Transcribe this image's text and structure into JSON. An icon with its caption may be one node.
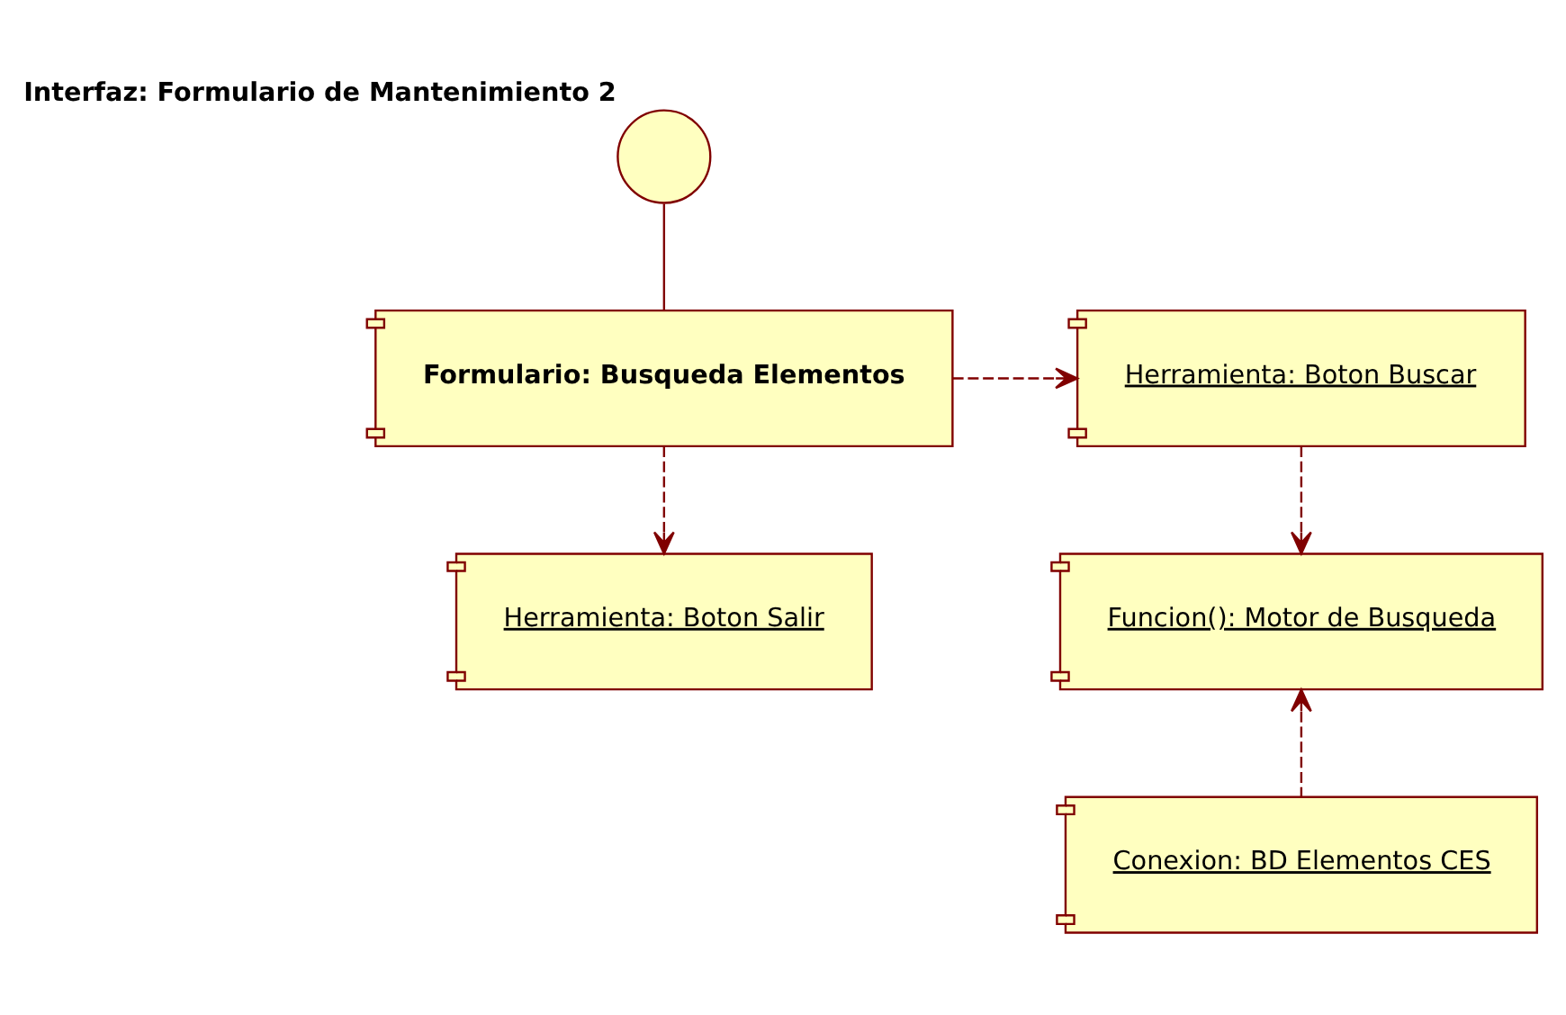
{
  "diagram": {
    "nodes": [
      {
        "text": [
          "Interfaz: Formulario de Mantenimiento 2"
        ]
      },
      {
        "text": [
          "Formulario: Busqueda Elementos"
        ]
      },
      {
        "text": [
          "Herramienta: Boton Buscar"
        ]
      },
      {
        "text": [
          "Herramienta: Boton Salir"
        ]
      },
      {
        "text": [
          "Funcion(): Motor de Busqueda"
        ]
      },
      {
        "text": [
          "Conexion: BD Elementos CES"
        ]
      }
    ],
    "edges": [
      {
        "from": 0,
        "to": 1,
        "arrow": "none"
      },
      {
        "from": 1,
        "to": 2,
        "arrow": "to",
        "style": "dashed"
      },
      {
        "from": 1,
        "to": 3,
        "arrow": "to",
        "style": "dashed"
      },
      {
        "from": 2,
        "to": 4,
        "arrow": "to",
        "style": "dashed"
      },
      {
        "from": 5,
        "to": 4,
        "arrow": "to",
        "style": "dashed"
      }
    ]
  }
}
